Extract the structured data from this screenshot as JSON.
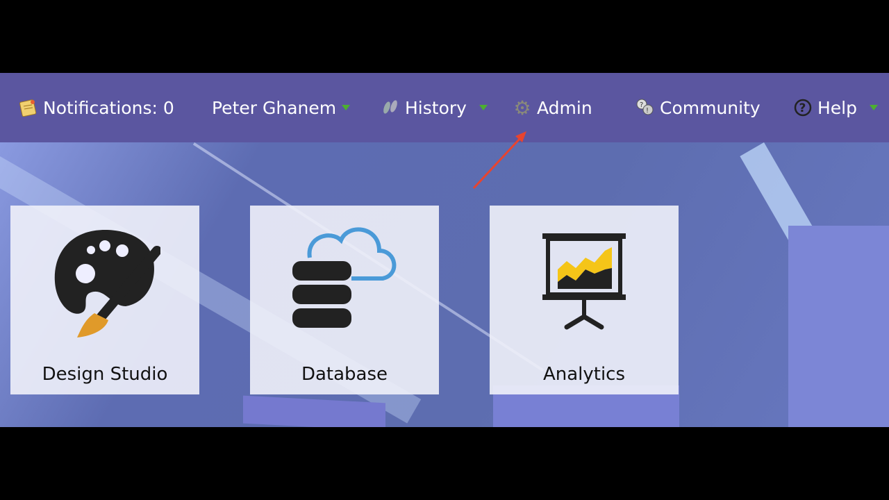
{
  "nav": {
    "notifications": "Notifications: 0",
    "user": "Peter Ghanem",
    "history": "History",
    "admin": "Admin",
    "community": "Community",
    "help": "Help"
  },
  "tiles": [
    {
      "label": "Design Studio"
    },
    {
      "label": "Database"
    },
    {
      "label": "Analytics"
    }
  ],
  "colors": {
    "nav": "#5b56a0",
    "caret": "#4caf30",
    "arrow": "#e8442f",
    "accent_yellow": "#f5c518",
    "cloud": "#4a9ad8",
    "brush": "#e09a2a"
  }
}
